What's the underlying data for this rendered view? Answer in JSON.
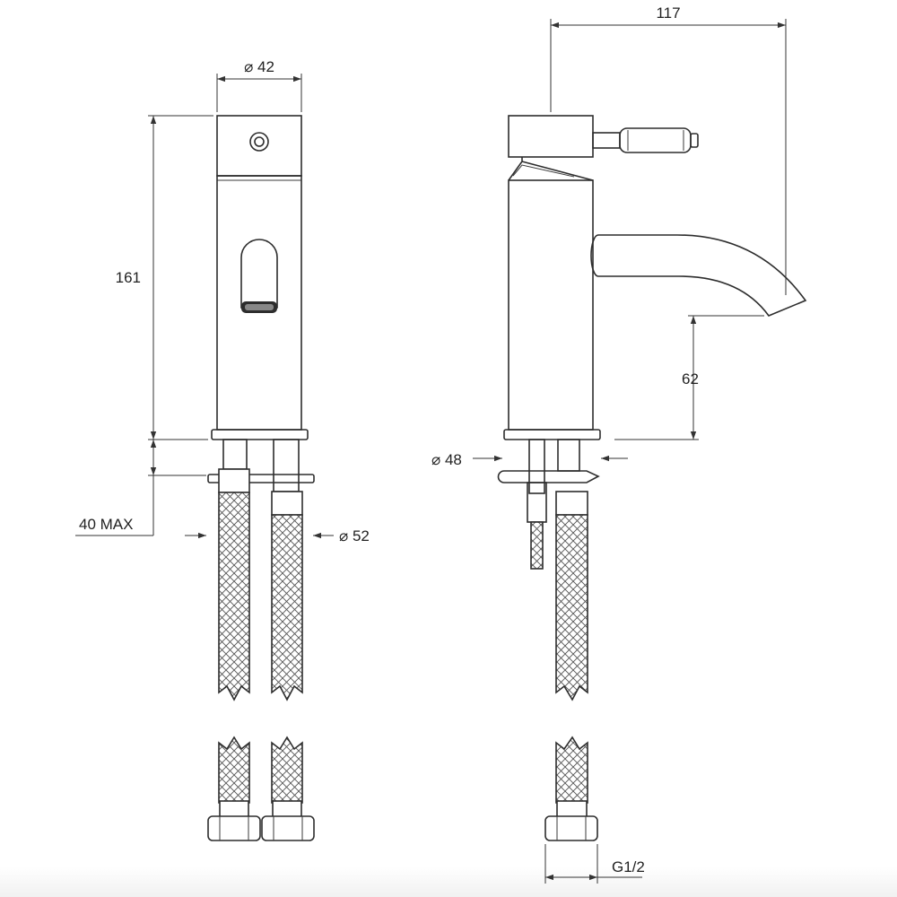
{
  "dimensions": {
    "body_diameter": "⌀ 42",
    "overall_height": "161",
    "max_deck_thickness": "40 MAX",
    "hole_diameter": "⌀ 52",
    "base_diameter": "⌀ 48",
    "projection": "117",
    "spout_height": "62",
    "connection_thread": "G1/2"
  },
  "colors": {
    "line": "#2d2d2d",
    "background": "#ffffff"
  }
}
